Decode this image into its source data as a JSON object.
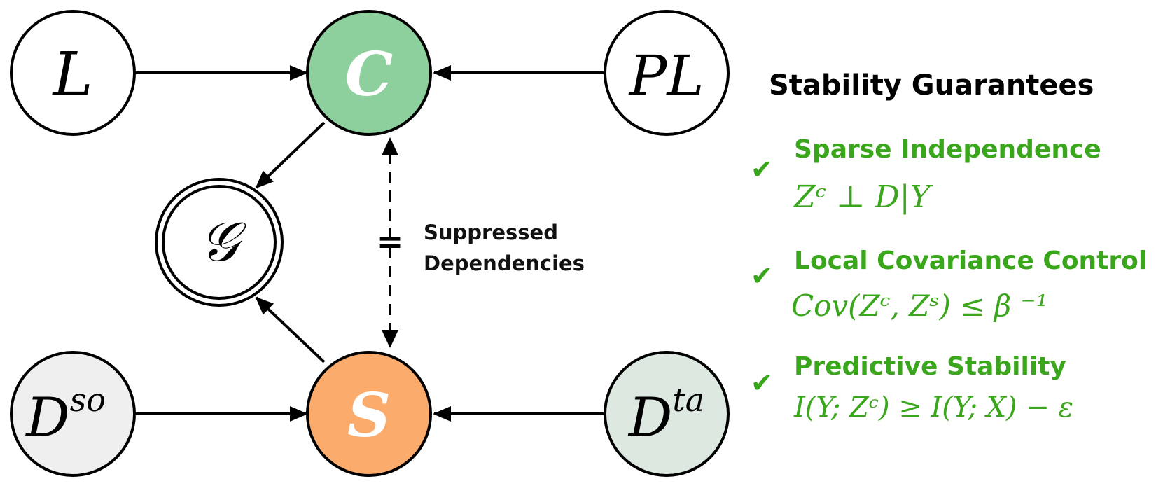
{
  "nodes": {
    "L": {
      "label": "L",
      "fill": "#ffffff"
    },
    "C": {
      "label": "C",
      "fill": "#8dd09d"
    },
    "PL": {
      "label": "PL",
      "fill": "#ffffff"
    },
    "G": {
      "label": "𝒢",
      "fill": "#ffffff"
    },
    "S": {
      "label": "S",
      "fill": "#fbab6b"
    },
    "Dso": {
      "base": "D",
      "sup": "so",
      "fill": "#efefef"
    },
    "Dta": {
      "base": "D",
      "sup": "ta",
      "fill": "#dde9e0"
    }
  },
  "edge_note": {
    "symbol": "=",
    "line1": "Suppressed",
    "line2": "Dependencies"
  },
  "panel": {
    "title": "Stability Guarantees",
    "check": "✔",
    "items": [
      {
        "heading": "Sparse Independence",
        "formula": "Zᶜ ⊥ D|Y"
      },
      {
        "heading": "Local Covariance Control",
        "formula": "Cov(Zᶜ, Zˢ) ≤ β ⁻¹"
      },
      {
        "heading": "Predictive Stability",
        "formula": "I(Y; Zᶜ) ≥ I(Y; X) − ε"
      }
    ]
  },
  "colors": {
    "accent_green": "#3aa61c",
    "content_node": "#8dd09d",
    "style_node": "#fbab6b",
    "source_node": "#efefef",
    "target_node": "#dde9e0"
  }
}
